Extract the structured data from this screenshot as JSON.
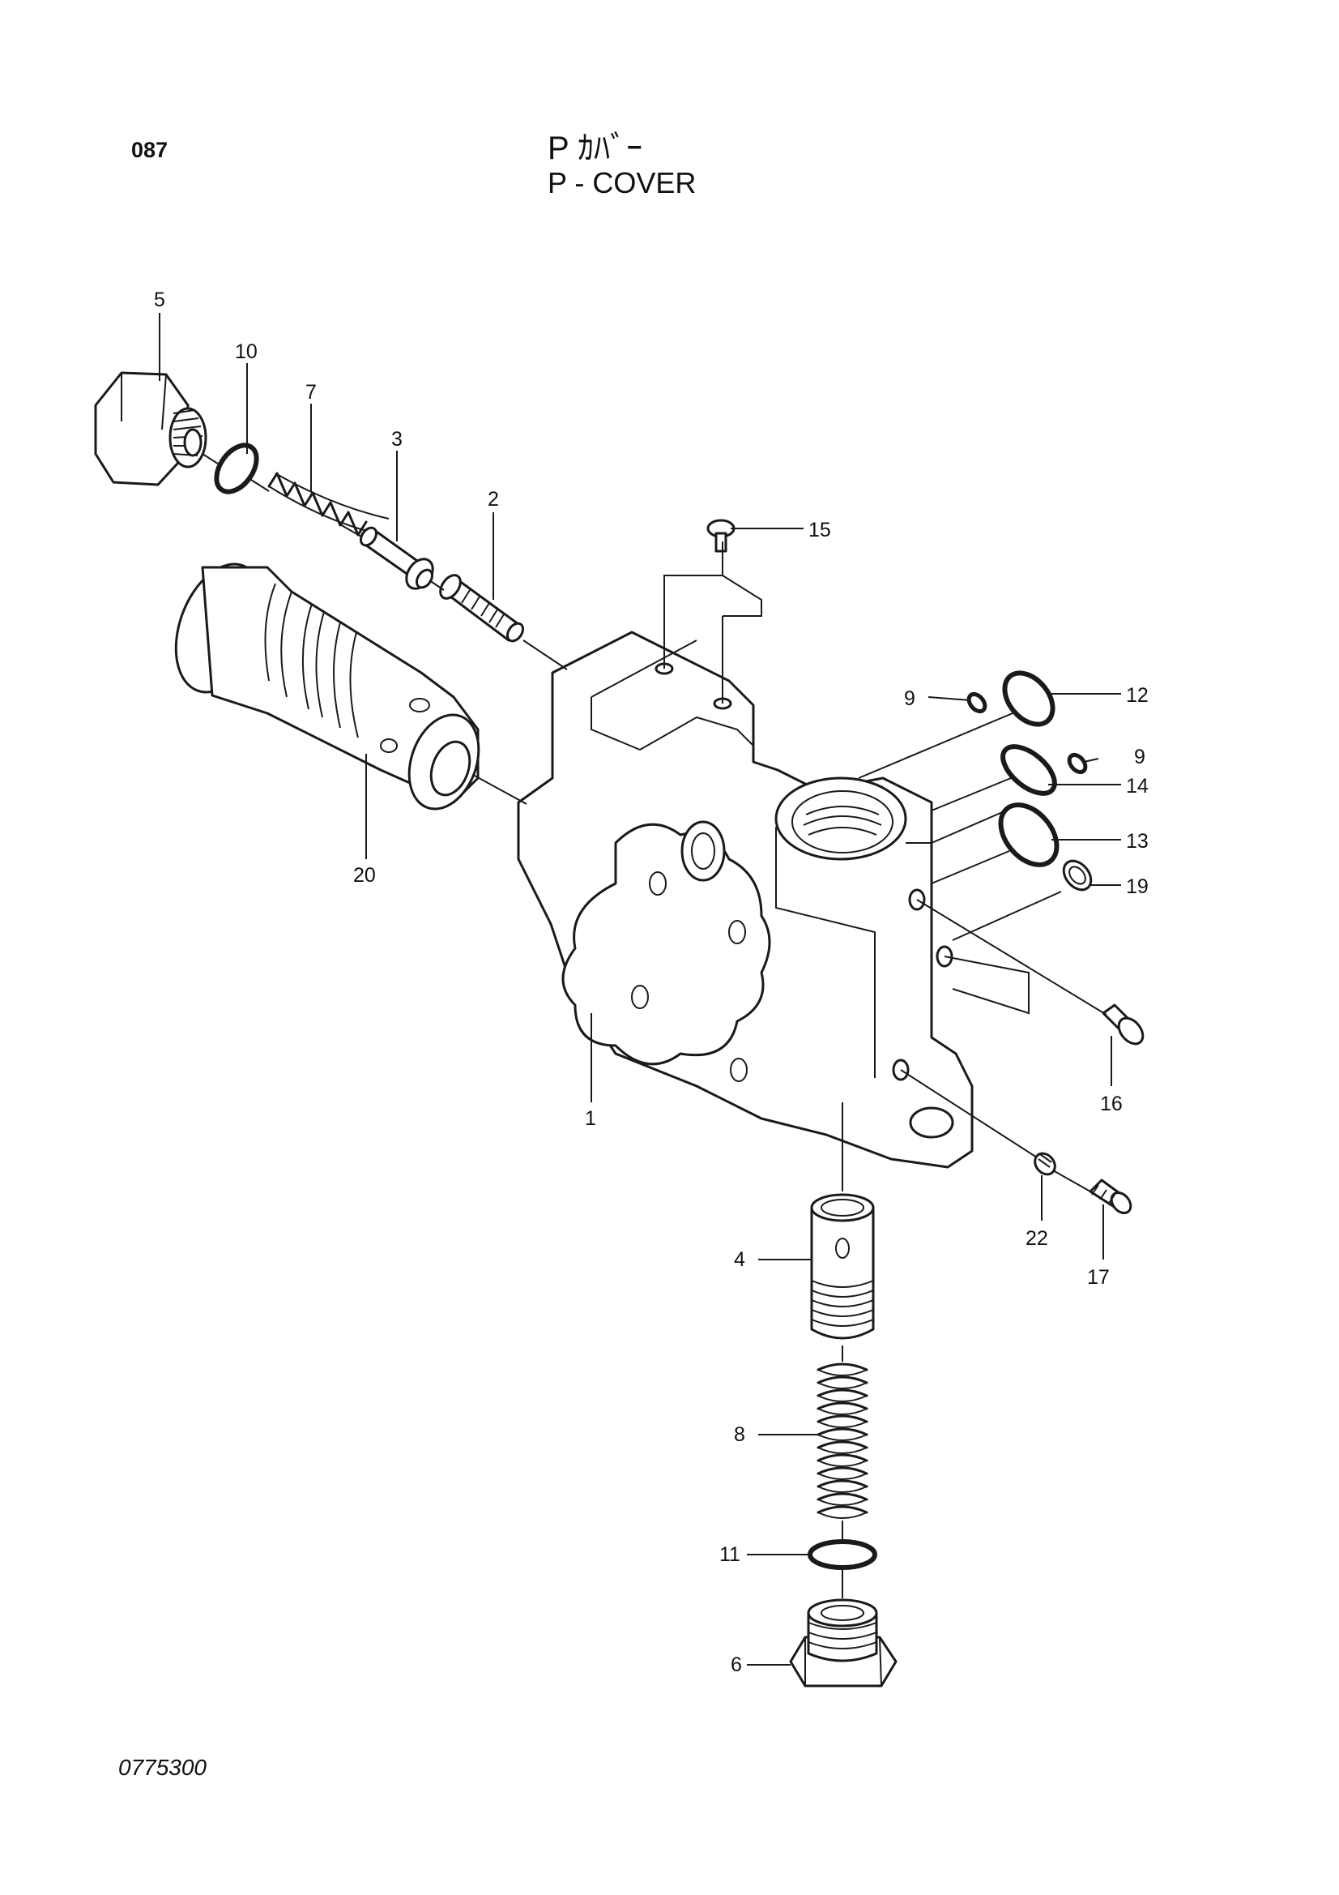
{
  "header": {
    "page_number": "087",
    "title_jp": "P  ｶﾊﾞｰ",
    "title_en": "P - COVER"
  },
  "footer": {
    "drawing_number": "0775300"
  },
  "callouts": {
    "c1": "1",
    "c2": "2",
    "c3": "3",
    "c4": "4",
    "c5": "5",
    "c6": "6",
    "c7": "7",
    "c8": "8",
    "c9a": "9",
    "c9b": "9",
    "c10": "10",
    "c11": "11",
    "c12": "12",
    "c13": "13",
    "c14": "14",
    "c15": "15",
    "c16": "16",
    "c17": "17",
    "c19": "19",
    "c20": "20",
    "c22": "22"
  }
}
